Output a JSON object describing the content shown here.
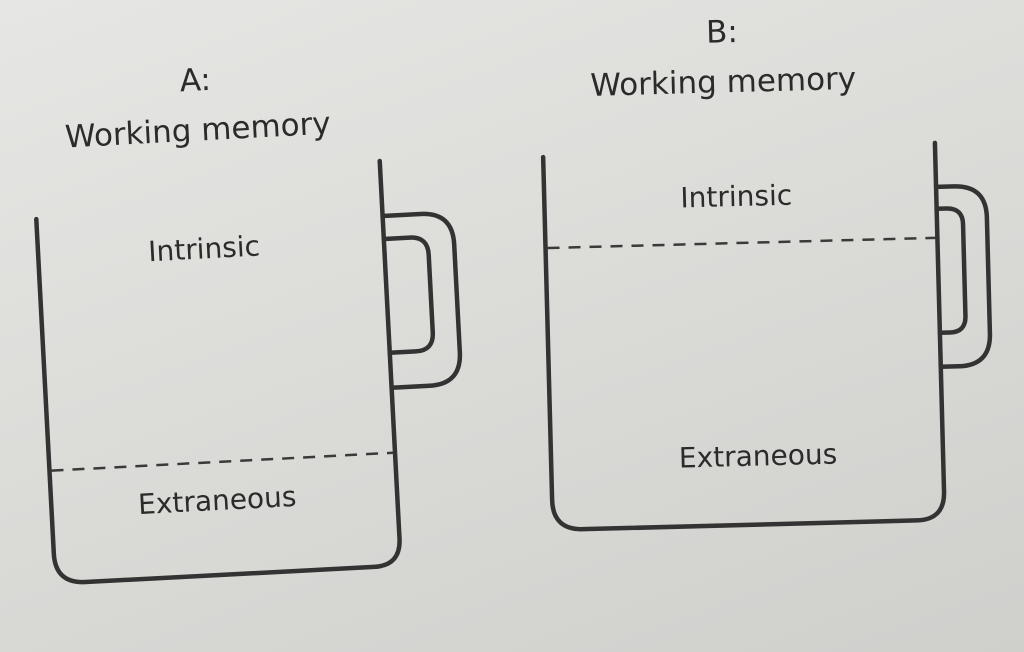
{
  "mug_a": {
    "letter": "A:",
    "title": "Working memory",
    "top_label": "Intrinsic",
    "bottom_label": "Extraneous"
  },
  "mug_b": {
    "letter": "B:",
    "title": "Working memory",
    "top_label": "Intrinsic",
    "bottom_label": "Extraneous"
  }
}
